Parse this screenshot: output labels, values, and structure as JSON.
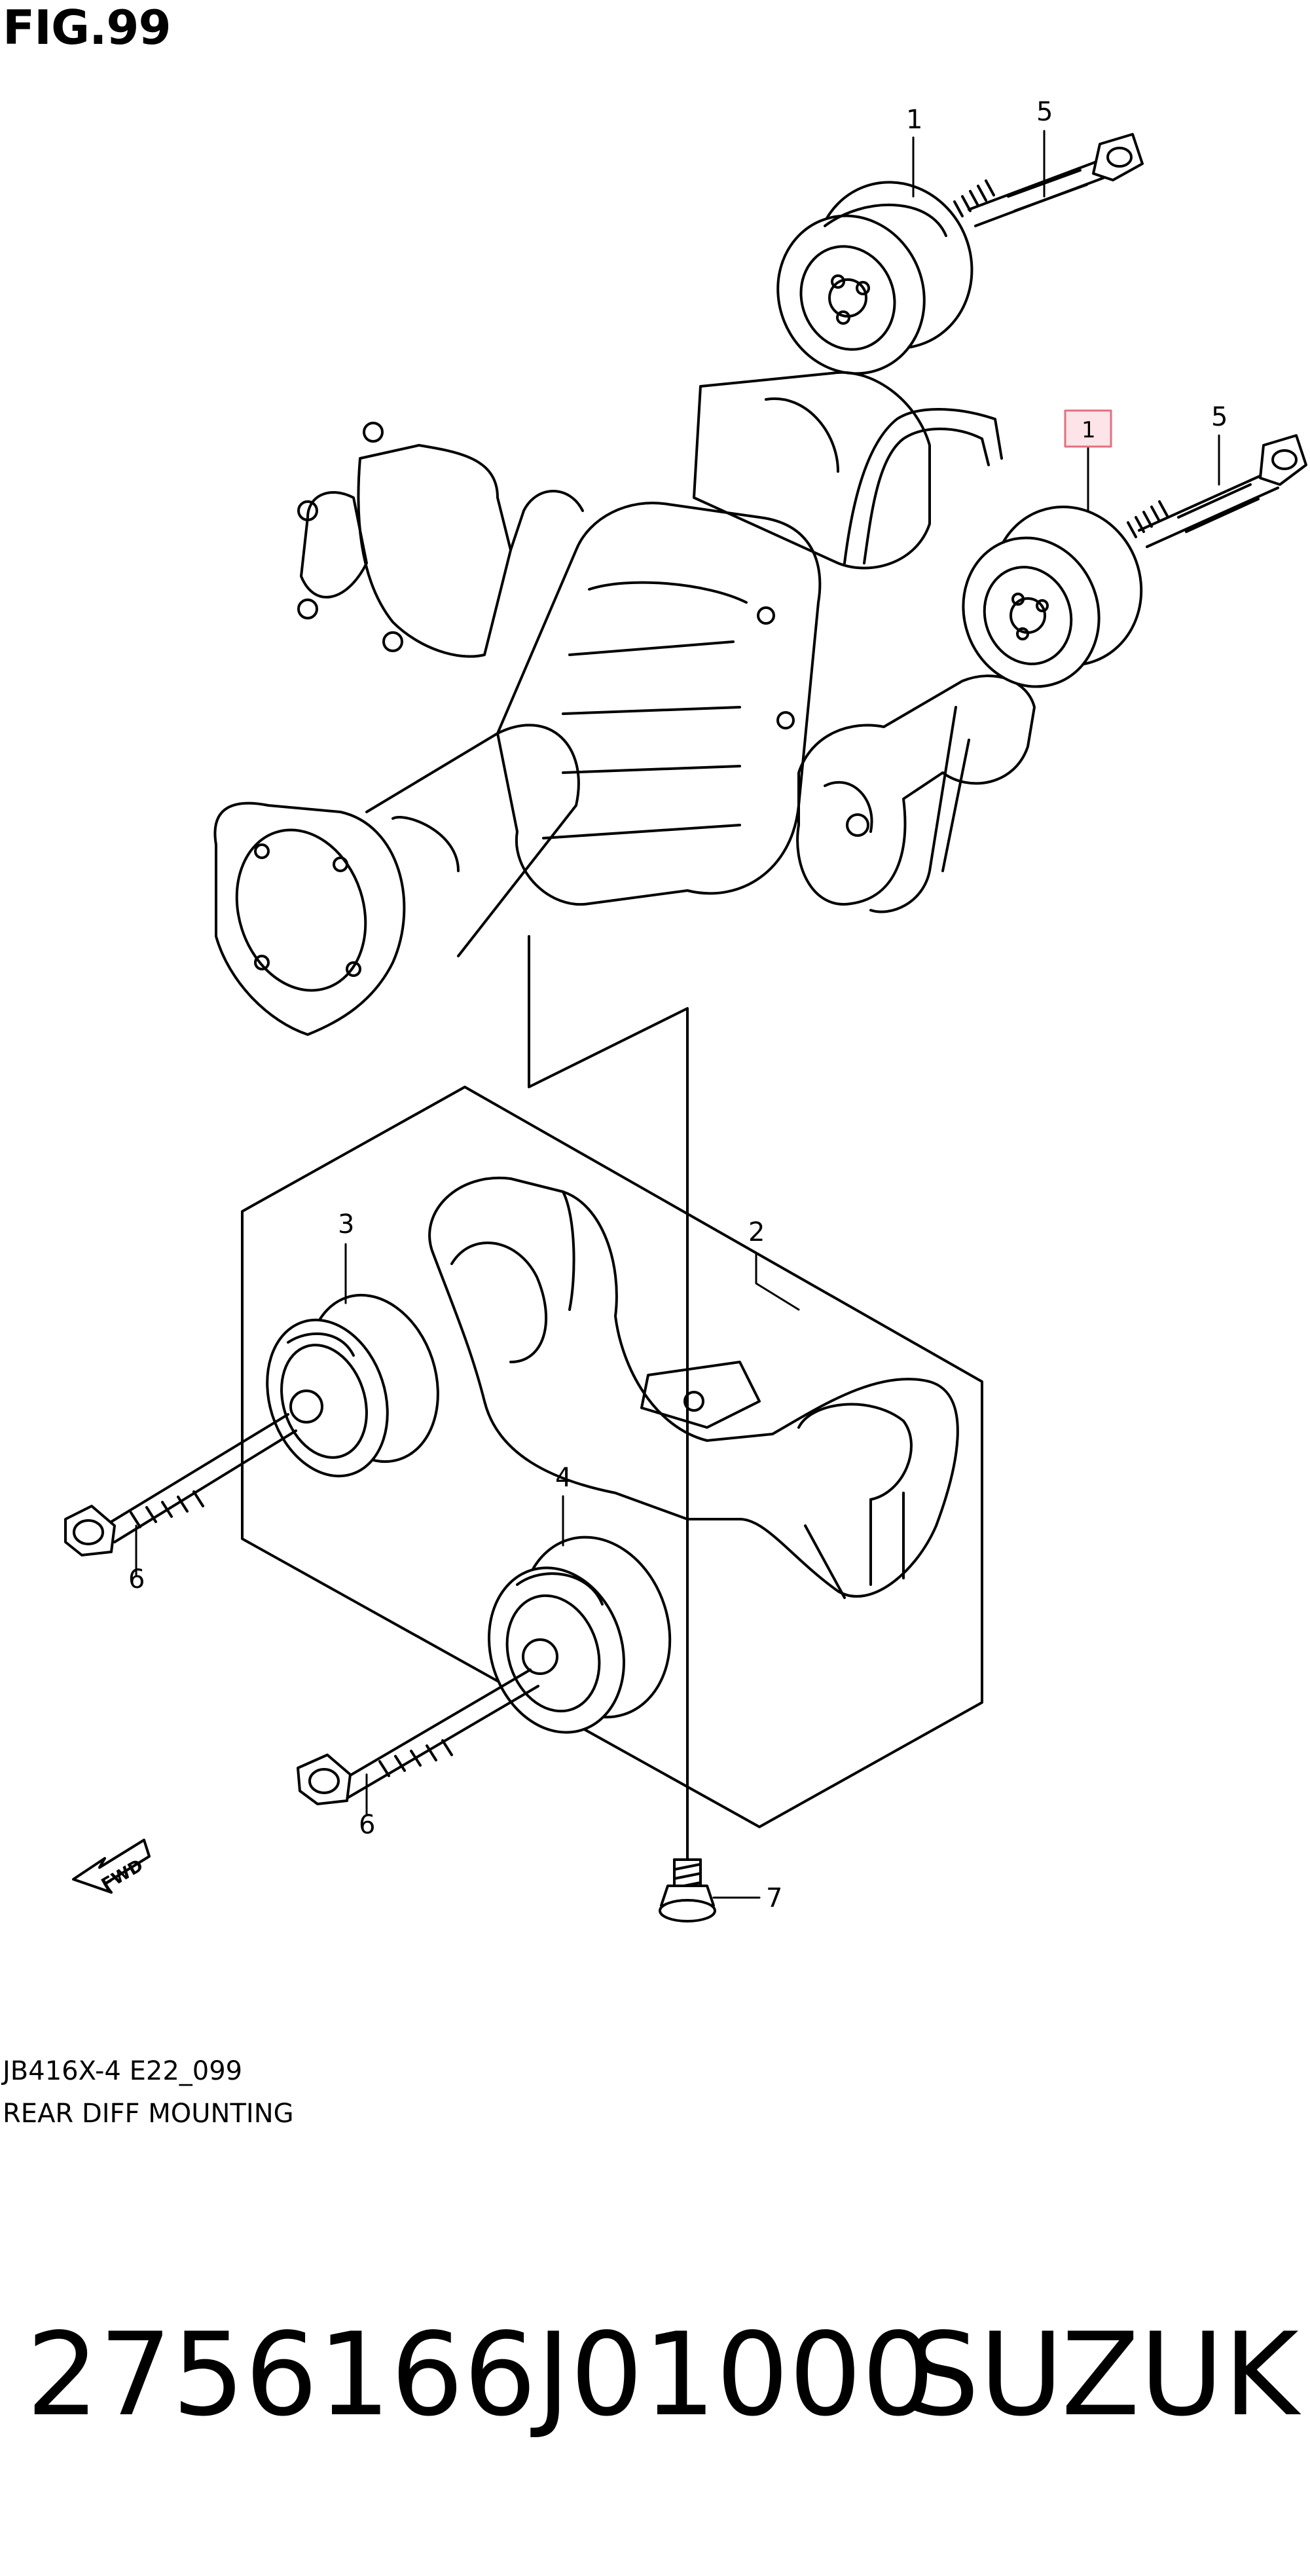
{
  "figure": {
    "title": "FIG.99",
    "code": "JB416X-4 E22_099",
    "description": "REAR DIFF MOUNTING"
  },
  "callouts": {
    "c1_top": "1",
    "c5_top": "5",
    "c1_highlight": "1",
    "c5_right": "5",
    "c2": "2",
    "c3": "3",
    "c4": "4",
    "c6_upper": "6",
    "c6_lower": "6",
    "c7": "7"
  },
  "fwd_label": "FWD",
  "footer": {
    "part_number": "2756166J01000",
    "brand": "SUZUKI"
  },
  "colors": {
    "highlight_fill": "#fde4e8",
    "highlight_border": "#e0707e"
  }
}
